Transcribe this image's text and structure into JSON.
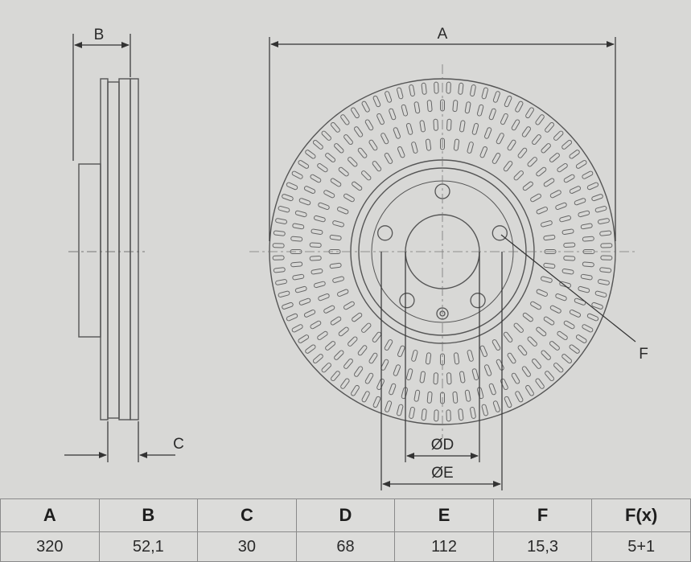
{
  "labels": {
    "a": "A",
    "b": "B",
    "c": "C",
    "d": "ØD",
    "e": "ØE",
    "f": "F"
  },
  "table": {
    "headers": [
      "A",
      "B",
      "C",
      "D",
      "E",
      "F",
      "F(x)"
    ],
    "values": [
      "320",
      "52,1",
      "30",
      "68",
      "112",
      "15,3",
      "5+1"
    ]
  },
  "colors": {
    "line": "#555555",
    "background": "#d8d8d6"
  }
}
